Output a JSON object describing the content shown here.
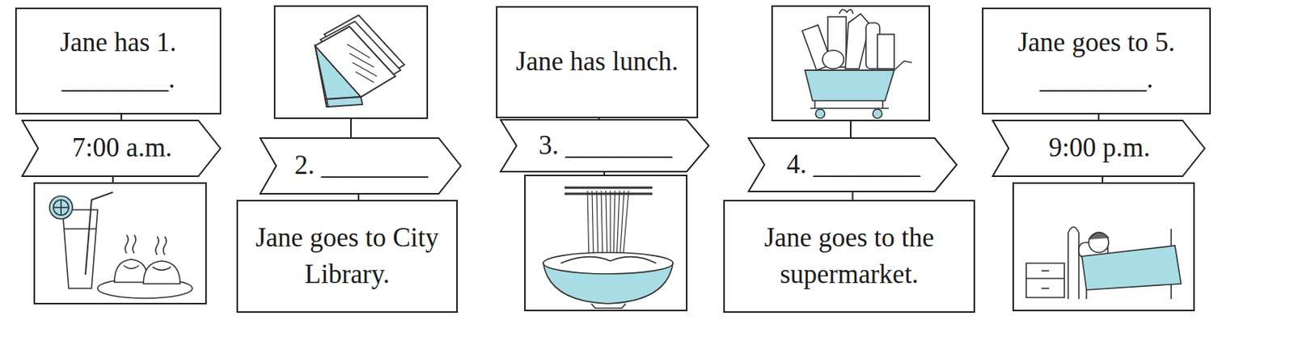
{
  "diagram": {
    "nodes": [
      {
        "text": [
          "Jane has 1. ________."
        ]
      },
      {
        "text": [
          "7:00 a.m."
        ]
      },
      {
        "text": [
          "2. ________"
        ]
      },
      {
        "text": [
          "Jane goes to City Library."
        ]
      },
      {
        "text": [
          "Jane has lunch."
        ]
      },
      {
        "text": [
          "3. ________"
        ]
      },
      {
        "text": [
          "4. ________"
        ]
      },
      {
        "text": [
          "Jane goes to the supermarket."
        ]
      },
      {
        "text": [
          "Jane goes to 5. ________."
        ]
      },
      {
        "text": [
          "9:00 p.m."
        ]
      }
    ],
    "edges": [
      {
        "from": 0,
        "to": 1,
        "arrow": "none"
      },
      {
        "from": 2,
        "to": 3,
        "arrow": "none"
      },
      {
        "from": 4,
        "to": 5,
        "arrow": "none"
      },
      {
        "from": 6,
        "to": 7,
        "arrow": "none"
      },
      {
        "from": 8,
        "to": 9,
        "arrow": "none"
      }
    ]
  }
}
